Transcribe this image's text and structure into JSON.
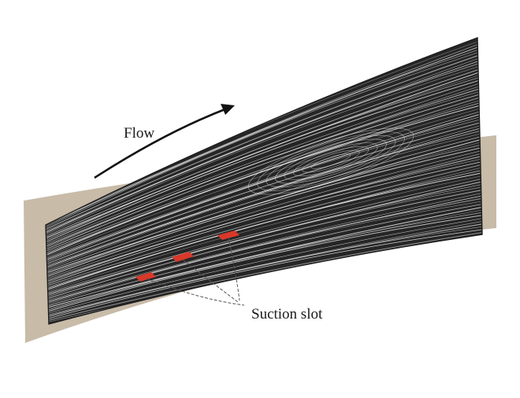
{
  "labels": {
    "flow": "Flow",
    "suction_slot": "Suction slot"
  },
  "colors": {
    "background": "#ffffff",
    "blade_surface": "#c8bba8",
    "streamline_dark": "#262626",
    "streamline_light": "#f2f2f2",
    "slot_red": "#d8382a",
    "leader_line": "#555555",
    "arrow": "#111111"
  },
  "elements": {
    "suction_slot_count": 3
  }
}
